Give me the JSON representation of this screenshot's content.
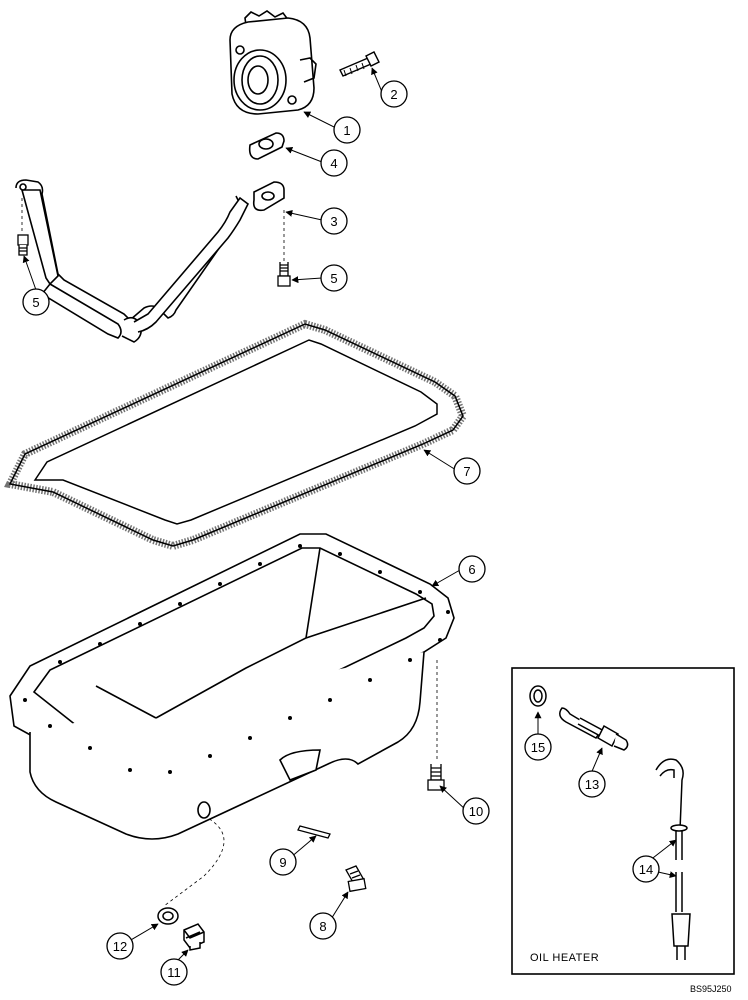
{
  "inset": {
    "title": "OIL HEATER"
  },
  "figure_code": "BS95J250",
  "callouts": [
    {
      "id": "c1",
      "label": "1"
    },
    {
      "id": "c2",
      "label": "2"
    },
    {
      "id": "c3",
      "label": "3"
    },
    {
      "id": "c4",
      "label": "4"
    },
    {
      "id": "c5a",
      "label": "5"
    },
    {
      "id": "c5b",
      "label": "5"
    },
    {
      "id": "c6",
      "label": "6"
    },
    {
      "id": "c7",
      "label": "7"
    },
    {
      "id": "c8",
      "label": "8"
    },
    {
      "id": "c9",
      "label": "9"
    },
    {
      "id": "c10",
      "label": "10"
    },
    {
      "id": "c11",
      "label": "11"
    },
    {
      "id": "c12",
      "label": "12"
    },
    {
      "id": "c13",
      "label": "13"
    },
    {
      "id": "c14",
      "label": "14"
    },
    {
      "id": "c15",
      "label": "15"
    }
  ]
}
